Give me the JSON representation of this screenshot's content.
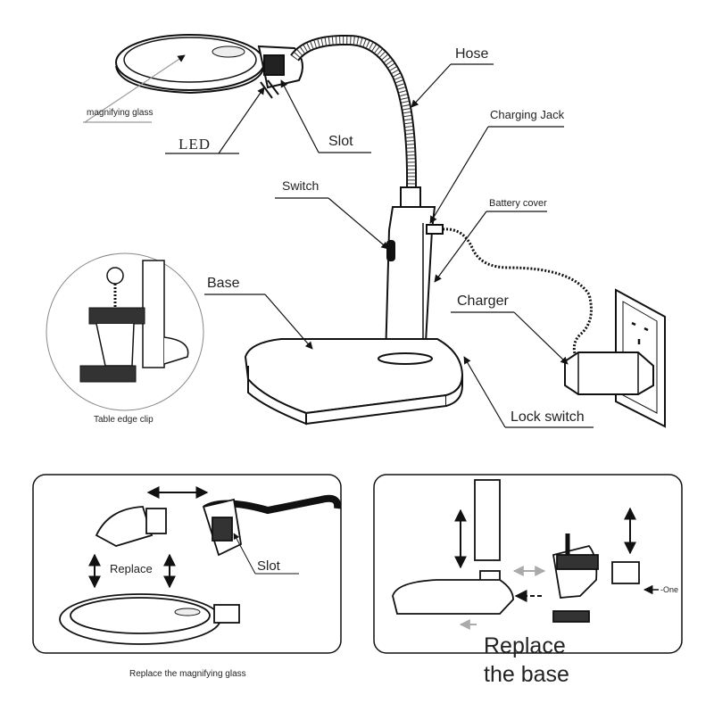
{
  "labels": {
    "hose": "Hose",
    "charging_jack": "Charging Jack",
    "magnifying_glass": "magnifying glass",
    "led": "LED",
    "slot": "Slot",
    "switch": "Switch",
    "battery_cover": "Battery cover",
    "base": "Base",
    "charger": "Charger",
    "lock_switch": "Lock switch",
    "table_edge_clip": "Table edge clip"
  },
  "panels": {
    "left": {
      "replace": "Replace",
      "slot": "Slot",
      "caption": "Replace the magnifying glass"
    },
    "right": {
      "one": "-One",
      "title": "Replace the base"
    }
  }
}
